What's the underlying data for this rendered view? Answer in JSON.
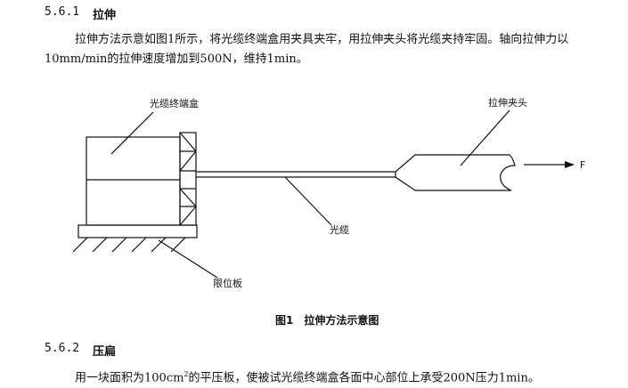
{
  "section1": {
    "number": "5.6.1",
    "title": "拉伸",
    "paragraph_line1": "拉伸方法示意如图1所示，将光缆终端盒用夹具夹牢，用拉伸夹头将光缆夹持牢固。轴向拉伸力以",
    "paragraph_line2": "10mm/min的拉伸速度增加到500N，维持1min。"
  },
  "figure": {
    "labels": {
      "box": "光缆终端盒",
      "clamp": "拉伸夹头",
      "force": "F",
      "cable": "光缆",
      "plate": "限位板"
    },
    "caption_number": "图1",
    "caption_text": "拉伸方法示意图"
  },
  "section2": {
    "number": "5.6.2",
    "title": "压扁",
    "paragraph_pre": "用一块面积为100cm",
    "paragraph_sup": "2",
    "paragraph_post": "的平压板，使被试光缆终端盒各面中心部位上承受200N压力1min。"
  }
}
